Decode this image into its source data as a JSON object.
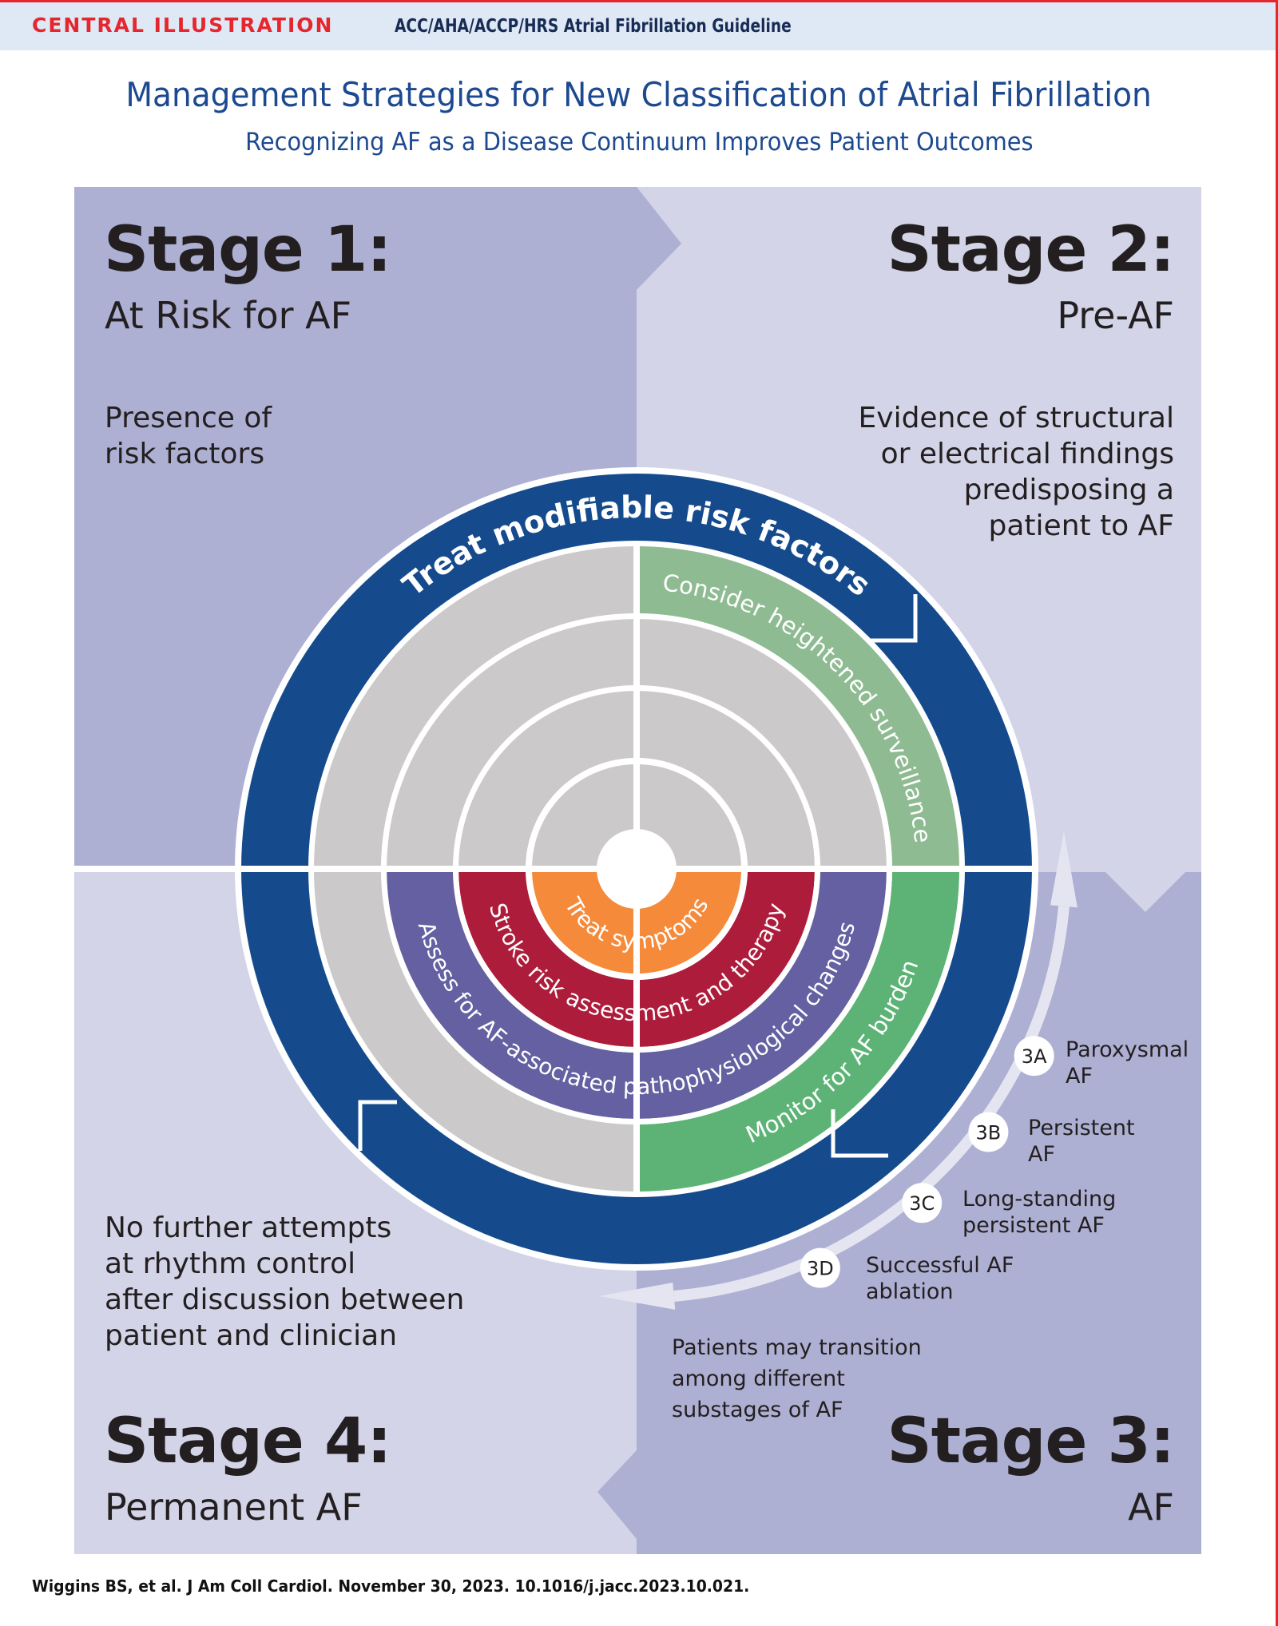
{
  "header": {
    "kicker": "CENTRAL ILLUSTRATION",
    "guideline": "ACC/AHA/ACCP/HRS Atrial Fibrillation Guideline"
  },
  "title": "Management Strategies for New Classification of Atrial Fibrillation",
  "subtitle": "Recognizing AF as a Disease Continuum Improves Patient Outcomes",
  "stages": {
    "stage1": {
      "title": "Stage 1:",
      "name": "At Risk for AF",
      "description": [
        "Presence of",
        "risk factors"
      ]
    },
    "stage2": {
      "title": "Stage 2:",
      "name": "Pre-AF",
      "description": [
        "Evidence of structural",
        "or electrical findings",
        "predisposing a",
        "patient to AF"
      ]
    },
    "stage3": {
      "title": "Stage 3:",
      "name": "AF",
      "note": [
        "Patients may transition",
        "among different",
        "substages of AF"
      ],
      "substages": [
        {
          "badge": "3A",
          "label": [
            "Paroxysmal",
            "AF"
          ]
        },
        {
          "badge": "3B",
          "label": [
            "Persistent",
            "AF"
          ]
        },
        {
          "badge": "3C",
          "label": [
            "Long-standing",
            "persistent AF"
          ]
        },
        {
          "badge": "3D",
          "label": [
            "Successful AF",
            "ablation"
          ]
        }
      ]
    },
    "stage4": {
      "title": "Stage 4:",
      "name": "Permanent AF",
      "description": [
        "No further attempts",
        "at rhythm control",
        "after discussion between",
        "patient and clinician"
      ]
    }
  },
  "rings": {
    "treat_risk_factors": "Treat modifiable risk factors",
    "surveillance": "Consider heightened surveillance",
    "monitor_burden": "Monitor for AF burden",
    "assess_changes": "Assess for AF-associated pathophysiological changes",
    "stroke_risk": "Stroke risk assessment and therapy",
    "treat_symptoms": "Treat symptoms"
  },
  "colors": {
    "brand_red": "#e5262c",
    "title_blue": "#1c4990",
    "ring_blue": "#154b8d",
    "surveillance_green": "#8fbb92",
    "monitor_green": "#5db376",
    "assess_purple": "#6460a1",
    "stroke_red": "#ae1c3c",
    "symptoms_orange": "#f48a3a",
    "inactive_gray": "#cbc9ca",
    "panel_dark": "#adb0d3",
    "panel_light": "#d3d4e7"
  },
  "footer": "Wiggins BS, et al. J Am Coll Cardiol. November 30, 2023. 10.1016/j.jacc.2023.10.021."
}
